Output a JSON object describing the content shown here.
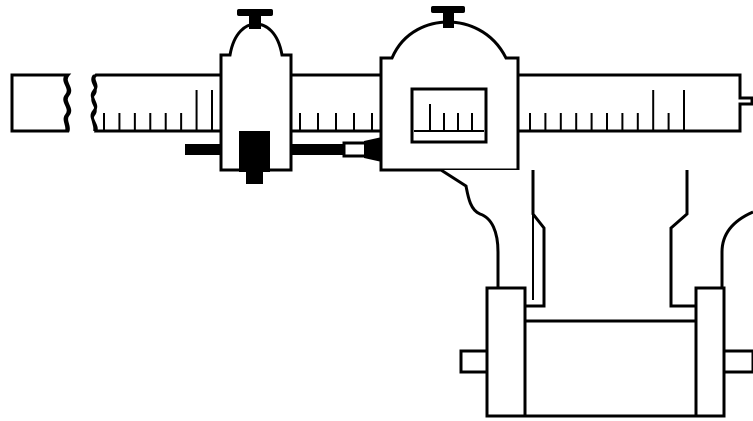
{
  "figure": {
    "subject": "vernier-caliper-cross-section",
    "colors": {
      "ink": "#000000",
      "paper": "#ffffff"
    }
  },
  "beam": {
    "break_symbol": "wavy-break",
    "scale_sections": [
      {
        "name": "left-section",
        "minor_ticks": 8,
        "major_ticks": 2
      },
      {
        "name": "middle-section",
        "minor_ticks": 5,
        "major_ticks": 0
      },
      {
        "name": "right-section",
        "minor_ticks": 11,
        "major_ticks": 2
      }
    ]
  },
  "vernier_window": {
    "ticks": 4
  },
  "fine_adjust": {
    "knob_icon": "thumb-screw-icon"
  },
  "slider": {
    "knob_icon": "thumb-screw-icon"
  }
}
